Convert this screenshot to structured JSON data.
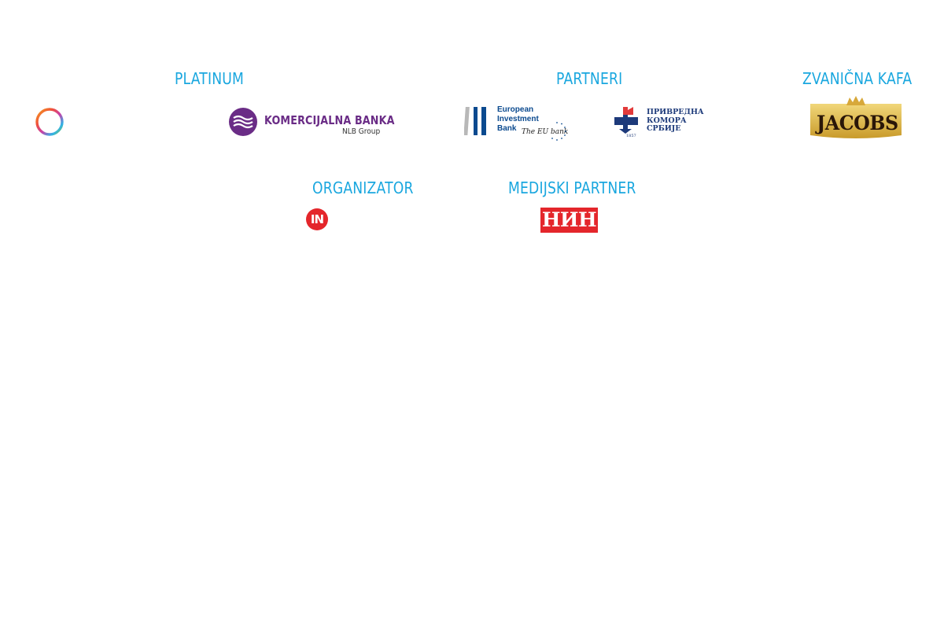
{
  "sections": {
    "platinum": {
      "heading": "PLATINUM",
      "logos": [
        {
          "icon": "color-ring-icon"
        },
        {
          "icon": "komercijalna-banka-wave-icon",
          "name": "KOMERCIJALNA BANKA",
          "sub": "NLB Group",
          "color": "#6a2c86"
        }
      ]
    },
    "partneri": {
      "heading": "PARTNERI",
      "logos": [
        {
          "icon": "eib-bars-icon",
          "lines": [
            "European",
            "Investment",
            "Bank"
          ],
          "tagline": "The EU bank",
          "color": "#0b4a8f"
        },
        {
          "icon": "pks-cross-icon",
          "lines": [
            "ПРИВРЕДНА",
            "КОМОРА",
            "СРБИЈЕ"
          ],
          "year": "1857",
          "color": "#1d3a7a"
        }
      ]
    },
    "zvanicna_kafa": {
      "heading": "ZVANIČNA KAFA",
      "logos": [
        {
          "icon": "jacobs-crown-icon",
          "name": "JACOBS"
        }
      ]
    },
    "organizator": {
      "heading": "ORGANIZATOR",
      "logos": [
        {
          "icon": "in-badge-icon",
          "name": "IN",
          "color": "#e4262b"
        }
      ]
    },
    "medijski_partner": {
      "heading": "MEDIJSKI PARTNER",
      "logos": [
        {
          "icon": "nin-logo-icon",
          "name": "НИН",
          "color": "#e4262b"
        }
      ]
    }
  },
  "colors": {
    "heading": "#1aa7df",
    "background": "#ffffff"
  }
}
